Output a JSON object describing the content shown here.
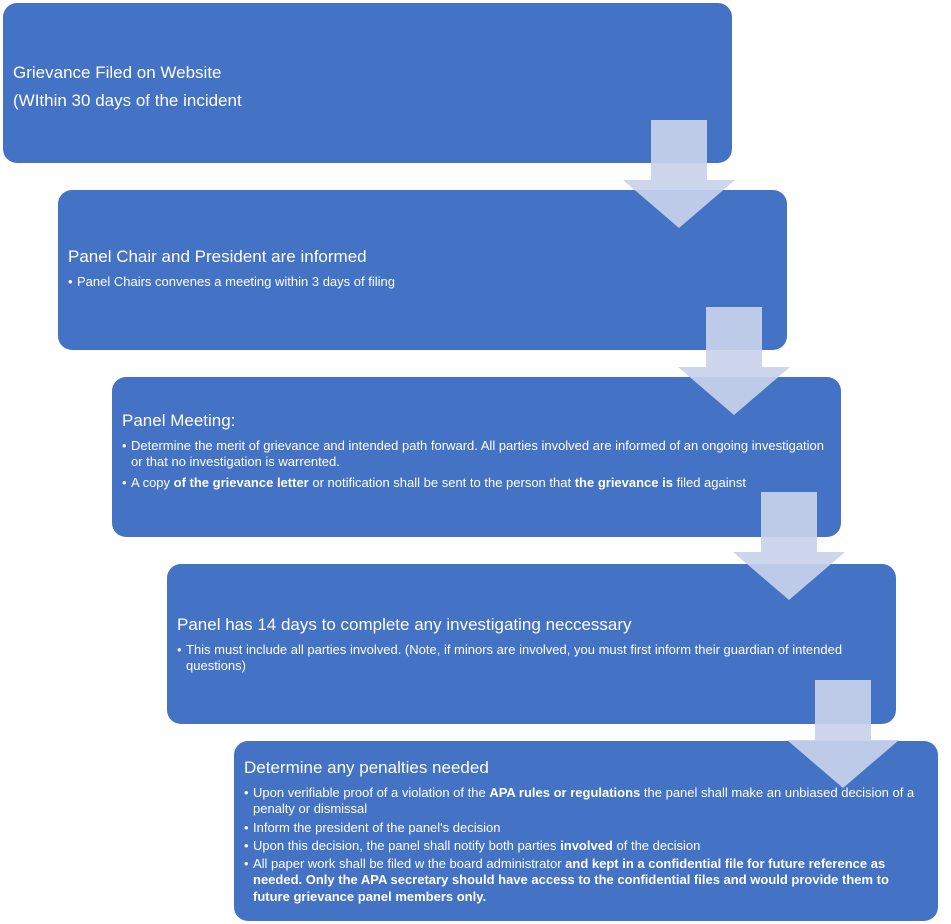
{
  "colors": {
    "box_fill": "#4472C4",
    "arrow_fill": "#C9D3EA",
    "text": "#FFFFFF"
  },
  "steps": [
    {
      "title_line1": "Grievance Filed on Website",
      "title_line2": "(WIthin 30 days of the incident"
    },
    {
      "title": "Panel Chair and President are informed",
      "bullets": [
        "Panel Chairs convenes a meeting within 3 days of filing"
      ]
    },
    {
      "title": "Panel Meeting:",
      "bullet1": "Determine the merit of grievance and intended path forward. All parties involved are informed of an ongoing investigation or that no investigation is warrented.",
      "bullet2": {
        "p1": "A copy ",
        "b1": "of the grievance letter",
        "p2": " or notification shall be sent to the person that ",
        "b2": "the grievance is",
        "p3": " filed against"
      }
    },
    {
      "title": "Panel has 14 days to complete any investigating neccessary",
      "bullets": [
        "This must include all parties involved. (Note, if minors are involved, you must first inform their guardian of intended questions)"
      ]
    },
    {
      "title": "Determine any penalties needed",
      "bullet1": {
        "p1": "Upon verifiable proof of a violation of the ",
        "b1": "APA rules or regulations",
        "p2": " the panel shall make an unbiased decision of a penalty or dismissal"
      },
      "bullet2": "Inform the president of the panel's decision",
      "bullet3": {
        "p1": "Upon this decision, the panel shall notify both parties ",
        "b1": "involved",
        "p2": " of the decision"
      },
      "bullet4": {
        "p1": "All paper work shall be filed w the board administrator ",
        "b1": "and kept in a  confidential file for future reference as needed.  Only the APA secretary should have access to the confidential files and would provide them to future grievance panel members only."
      }
    }
  ]
}
